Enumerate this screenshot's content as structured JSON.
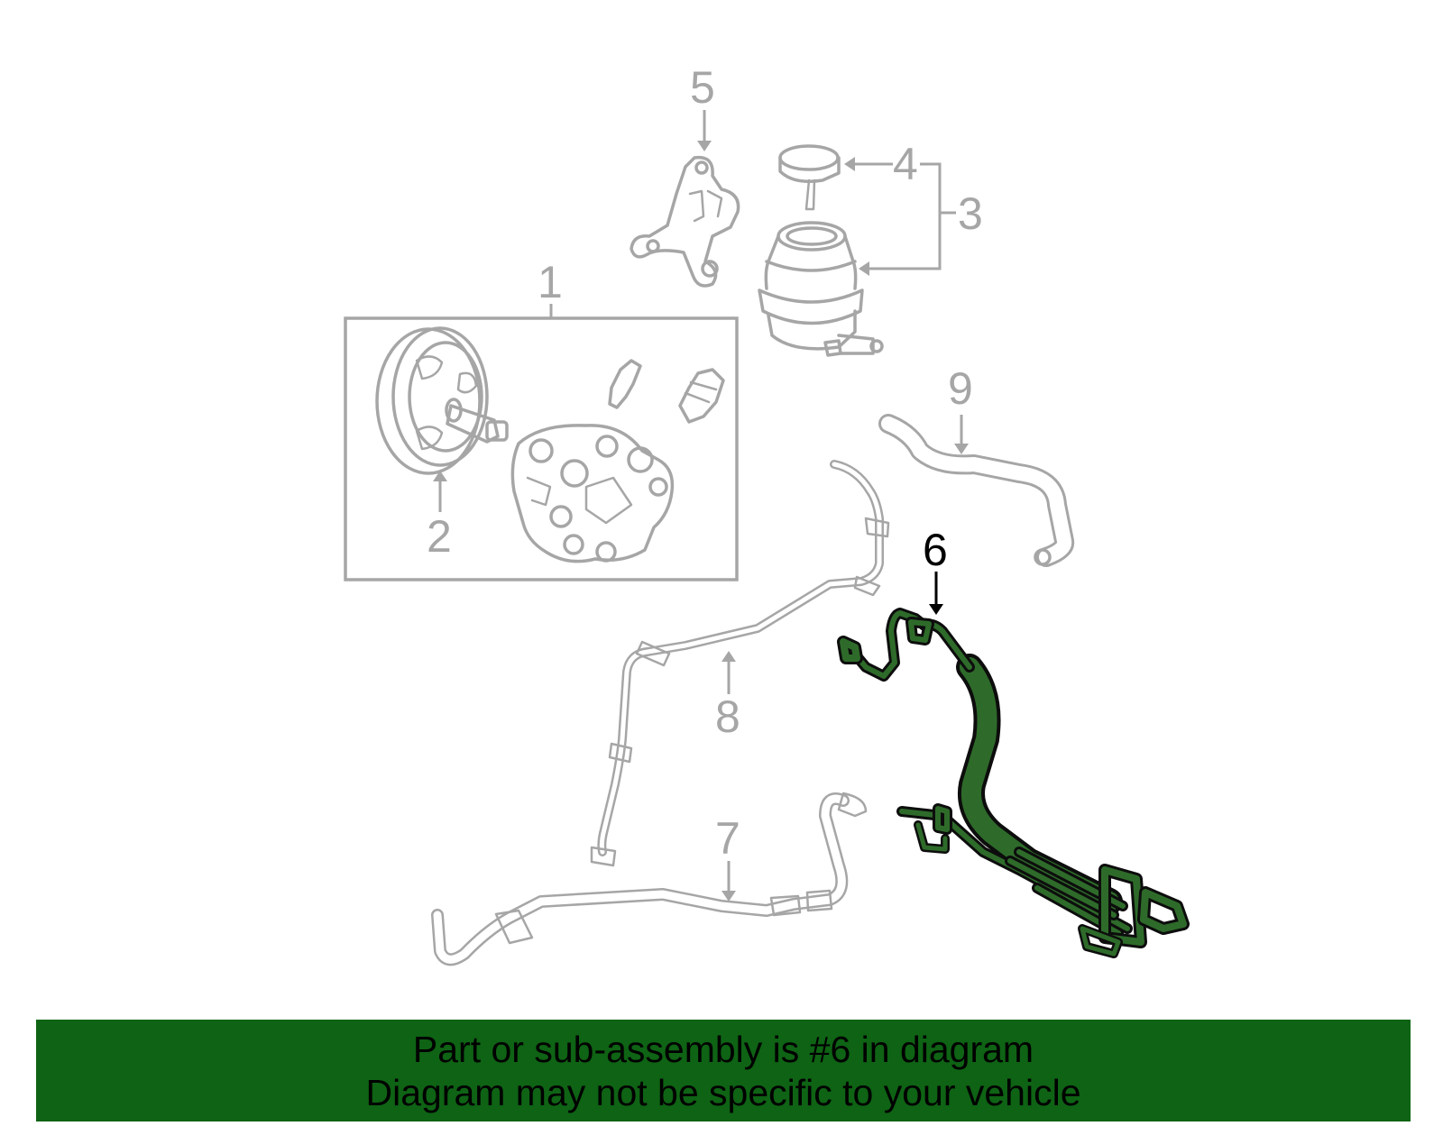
{
  "diagram": {
    "highlight_color": "#2e6b2a",
    "part_color": "#a6a6a6",
    "callouts": [
      {
        "id": "1",
        "label": "1"
      },
      {
        "id": "2",
        "label": "2"
      },
      {
        "id": "3",
        "label": "3"
      },
      {
        "id": "4",
        "label": "4"
      },
      {
        "id": "5",
        "label": "5"
      },
      {
        "id": "6",
        "label": "6"
      },
      {
        "id": "7",
        "label": "7"
      },
      {
        "id": "8",
        "label": "8"
      },
      {
        "id": "9",
        "label": "9"
      }
    ],
    "highlighted_part": "6"
  },
  "banner": {
    "background": "#0e6314",
    "line1": "Part or sub-assembly is #6 in diagram",
    "line2": "Diagram may not be specific to your vehicle"
  }
}
